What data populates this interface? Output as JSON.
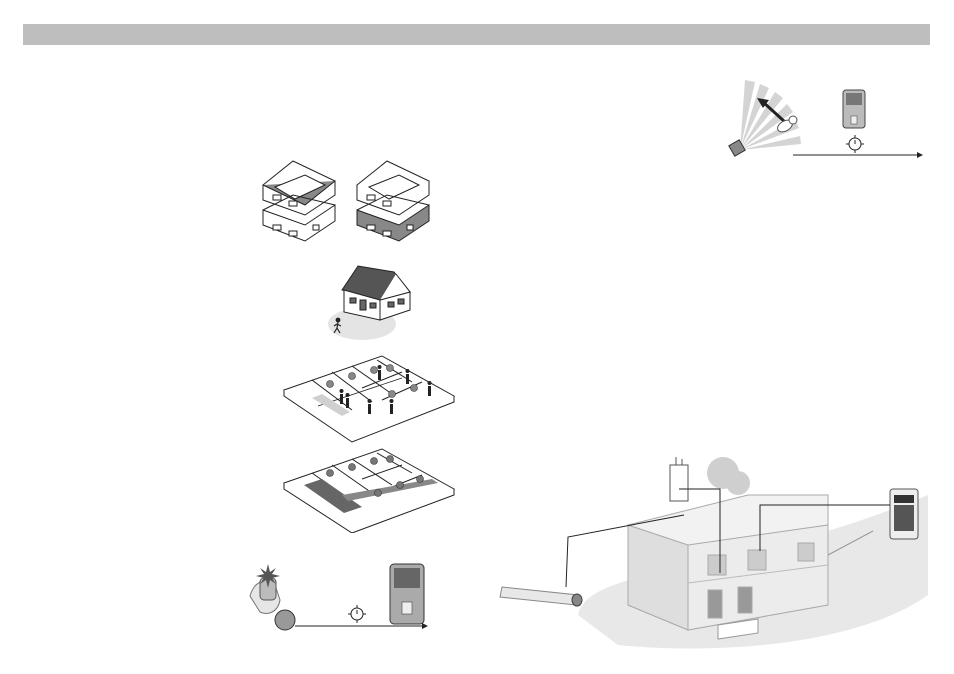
{
  "header": {
    "bar_color": "#bebebe"
  },
  "illustrations": [
    "motion-detection-diagram",
    "two-floor-zone-diagram",
    "outdoor-perimeter-diagram",
    "occupied-floor-plan",
    "partial-zone-floor-plan",
    "remote-control-to-panel-diagram",
    "house-cutaway-installation"
  ],
  "icons": [
    "clock-icon",
    "arrow-right-icon",
    "walking-person-icon",
    "siren-icon",
    "keypad-icon"
  ]
}
